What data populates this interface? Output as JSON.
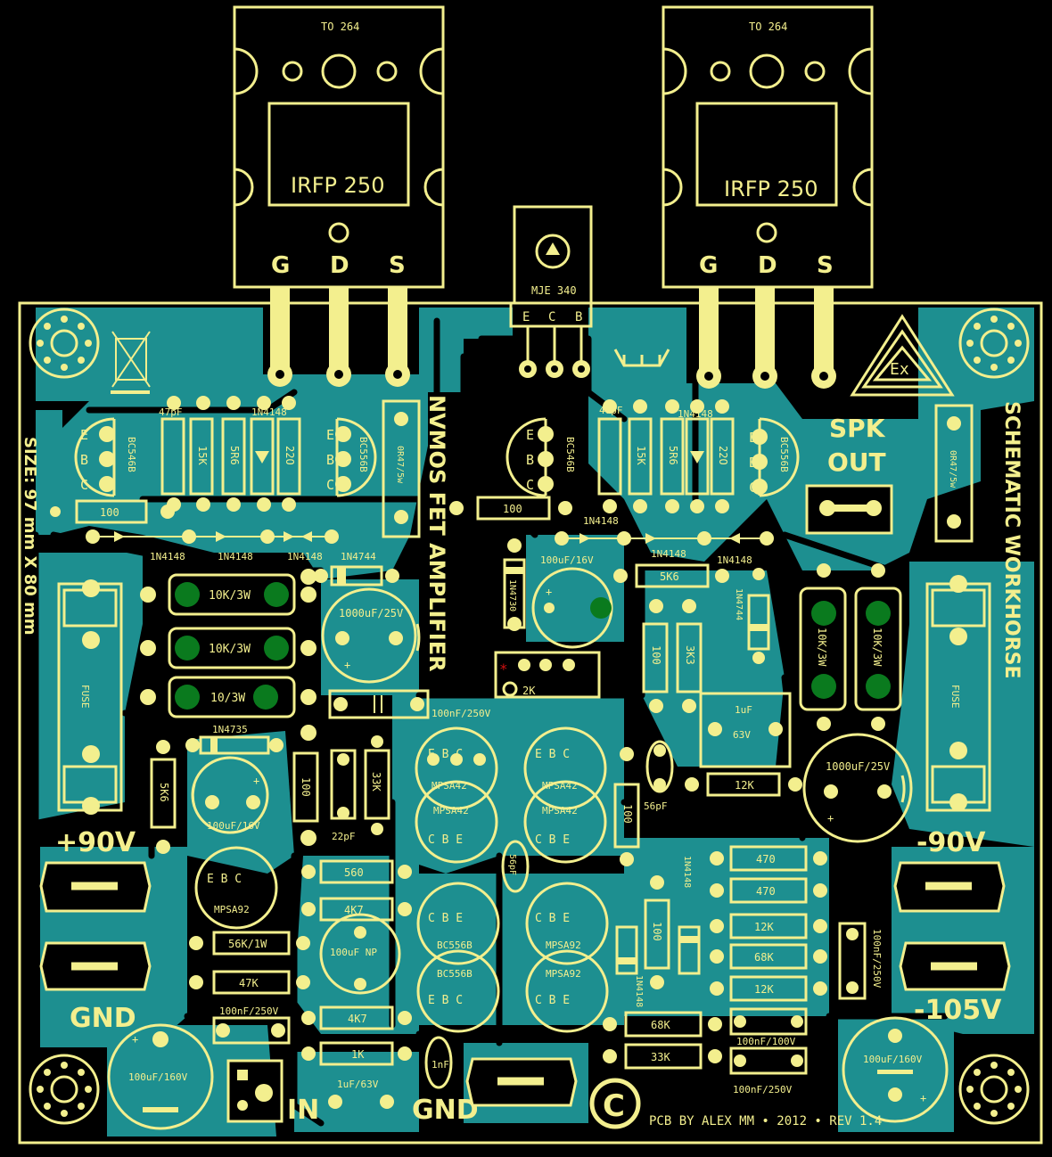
{
  "board": {
    "colors": {
      "copper": "#1d8f90",
      "silk": "#f3ef8e",
      "background": "#000000",
      "pad_green": "#0a7a1e",
      "red": "#d01010"
    }
  },
  "mosfets": [
    {
      "package": "TO 264",
      "part": "IRFP 250",
      "pins": [
        "G",
        "D",
        "S"
      ]
    },
    {
      "package": "TO 264",
      "part": "IRFP 250",
      "pins": [
        "G",
        "D",
        "S"
      ]
    }
  ],
  "driver": {
    "part": "MJE 340",
    "pins": [
      "E",
      "C",
      "B"
    ]
  },
  "title_vertical": "NVMOS FET AMPLIFIER",
  "brand_vertical": "SCHEMATIC WORKHORSE",
  "size_label": "SIZE: 97 mm X 80 mm",
  "spk_out": [
    "SPK",
    "OUT"
  ],
  "rails": {
    "pos": "+90V",
    "neg": "-90V",
    "neg_aux": "-105V",
    "gnd_left": "GND",
    "gnd_bottom": "GND",
    "input": "IN"
  },
  "credit": "PCB BY ALEX MM • 2012 • REV 1.4",
  "labels": {
    "bc546b_l": "BC546B",
    "bc556b_l": "BC556B",
    "bc546b_r": "BC546B",
    "bc556b_r": "BC556B",
    "c47p_l": "47pF",
    "c47p_r": "47pF",
    "r15k_l": "15K",
    "r5r6_l": "5R6",
    "r22o_l": "22O",
    "r15k_r": "15K",
    "r5r6_r": "5R6",
    "r22o_r": "22O",
    "d1n4148": "1N4148",
    "r100": "100",
    "r0r47": "0R47/5w",
    "r10k3w": "10K/3W",
    "r10_3w": "10/3W",
    "d1n4744": "1N4744",
    "d1n4735": "1N4735",
    "d1n4730": "1N4730",
    "c1000": "1000uF/25V",
    "c100_16": "100uF/16V",
    "fuse": "FUSE",
    "r5k6": "5K6",
    "c100n250": "100nF/250V",
    "c1u63": "1uF/63V",
    "c1u": "1uF",
    "c56p": "56pF",
    "c22p": "22pF",
    "c1n": "1nF",
    "r33k": "33K",
    "r560": "560",
    "r4k7": "4K7",
    "r56k1w": "56K/1W",
    "r47k": "47K",
    "r1k": "1K",
    "c100unp": "100uF NP",
    "r12k": "12K",
    "r470": "470",
    "r68k": "68K",
    "c100n100": "100nF/100V",
    "c100u160": "100uF/160V",
    "mpsa42": "MPSA42",
    "mpsa92": "MPSA92",
    "bc556b": "BC556B",
    "ebc": "E B C",
    "cbe": "C B E",
    "trim": "2K",
    "r3k3": "3K3",
    "e": "E",
    "b": "B",
    "c": "C"
  }
}
